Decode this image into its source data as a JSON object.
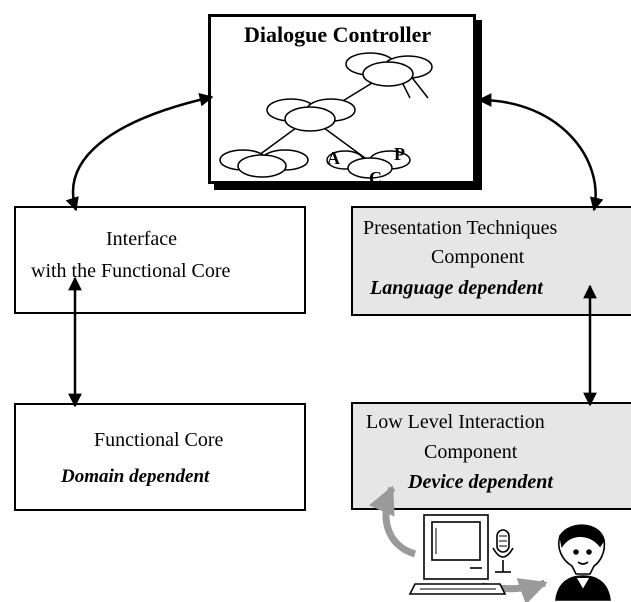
{
  "dialogue_controller": {
    "title": "Dialogue Controller",
    "tree_labels": {
      "a": "A",
      "p": "P",
      "c": "C"
    }
  },
  "interface_fc": {
    "line1": "Interface",
    "line2": "with the Functional Core"
  },
  "functional_core": {
    "title": "Functional Core",
    "note": "Domain dependent"
  },
  "presentation": {
    "line1": "Presentation Techniques",
    "line2": "Component",
    "note": "Language dependent"
  },
  "low_level": {
    "line1": "Low Level Interaction",
    "line2": "Component",
    "note": "Device dependent"
  },
  "colors": {
    "line": "#000000",
    "grey_box": "#e6e6e6",
    "grey_arrow": "#9a9a9a"
  },
  "icons": [
    "computer-icon",
    "microphone-icon",
    "user-figure-icon"
  ]
}
